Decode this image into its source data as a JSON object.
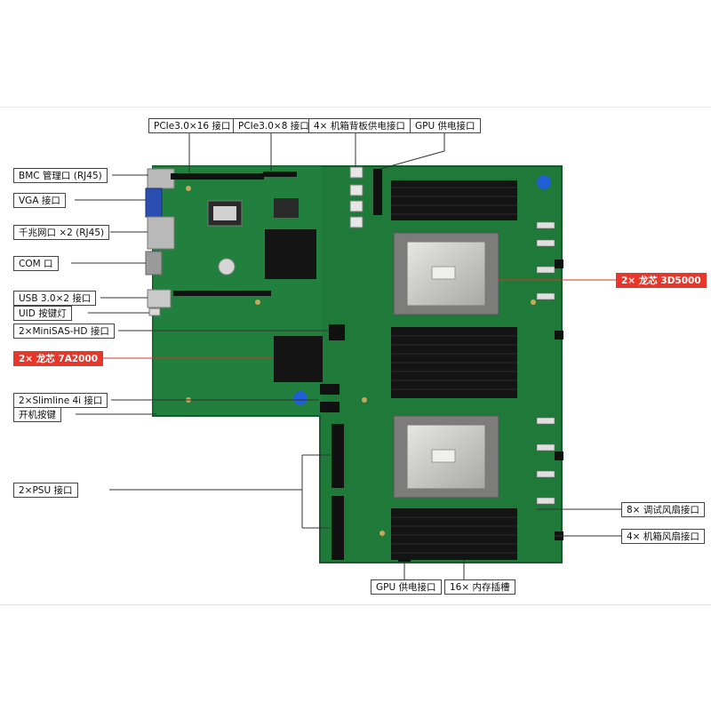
{
  "diagram": {
    "colors": {
      "board": "#1f7a3a",
      "board_dark": "#145a2a",
      "leader_red": "#d8332a",
      "leader_dark": "#333333",
      "cpu_silver": "#c9c9c5",
      "dimm_black": "#141414"
    },
    "labels": {
      "pcie16": "PCIe3.0×16 接口",
      "pcie8": "PCIe3.0×8 接口",
      "backplane_power": "4× 机箱背板供电接口",
      "gpu_power_top": "GPU 供电接口",
      "bmc": "BMC 管理口 (RJ45)",
      "vga": "VGA 接口",
      "gbe": "千兆网口 ×2 (RJ45)",
      "com": "COM 口",
      "usb": "USB 3.0×2 接口",
      "uid": "UID 按键灯",
      "minisas": "2×MiniSAS-HD 接口",
      "bridge": "2× 龙芯 7A2000",
      "slimline": "2×Slimline 4i 接口",
      "power_button": "开机按键",
      "psu": "2×PSU 接口",
      "cpu": "2× 龙芯 3D5000",
      "debug_fans": "8× 调试风扇接口",
      "chassis_fans": "4× 机箱风扇接口",
      "gpu_power_bottom": "GPU 供电接口",
      "dimm_slots": "16× 内存插槽"
    }
  }
}
